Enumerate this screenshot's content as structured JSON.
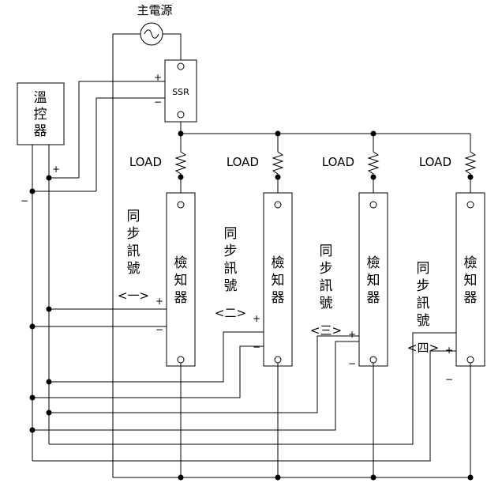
{
  "diagram": {
    "main_power_label": "主電源",
    "ssr_label": "SSR",
    "controller_label": [
      "溫",
      "控",
      "器"
    ],
    "load_label": "LOAD",
    "detector_label": [
      "檢",
      "知",
      "器"
    ],
    "sync_signal_labels": [
      [
        "同",
        "步",
        "訊",
        "號",
        "<一>"
      ],
      [
        "同",
        "步",
        "訊",
        "號",
        "<二>"
      ],
      [
        "同",
        "步",
        "訊",
        "號",
        "<三>"
      ],
      [
        "同",
        "步",
        "訊",
        "號",
        "<四>"
      ]
    ],
    "plus_sign": "+",
    "minus_sign": "−",
    "ac_source_symbol": "~"
  }
}
